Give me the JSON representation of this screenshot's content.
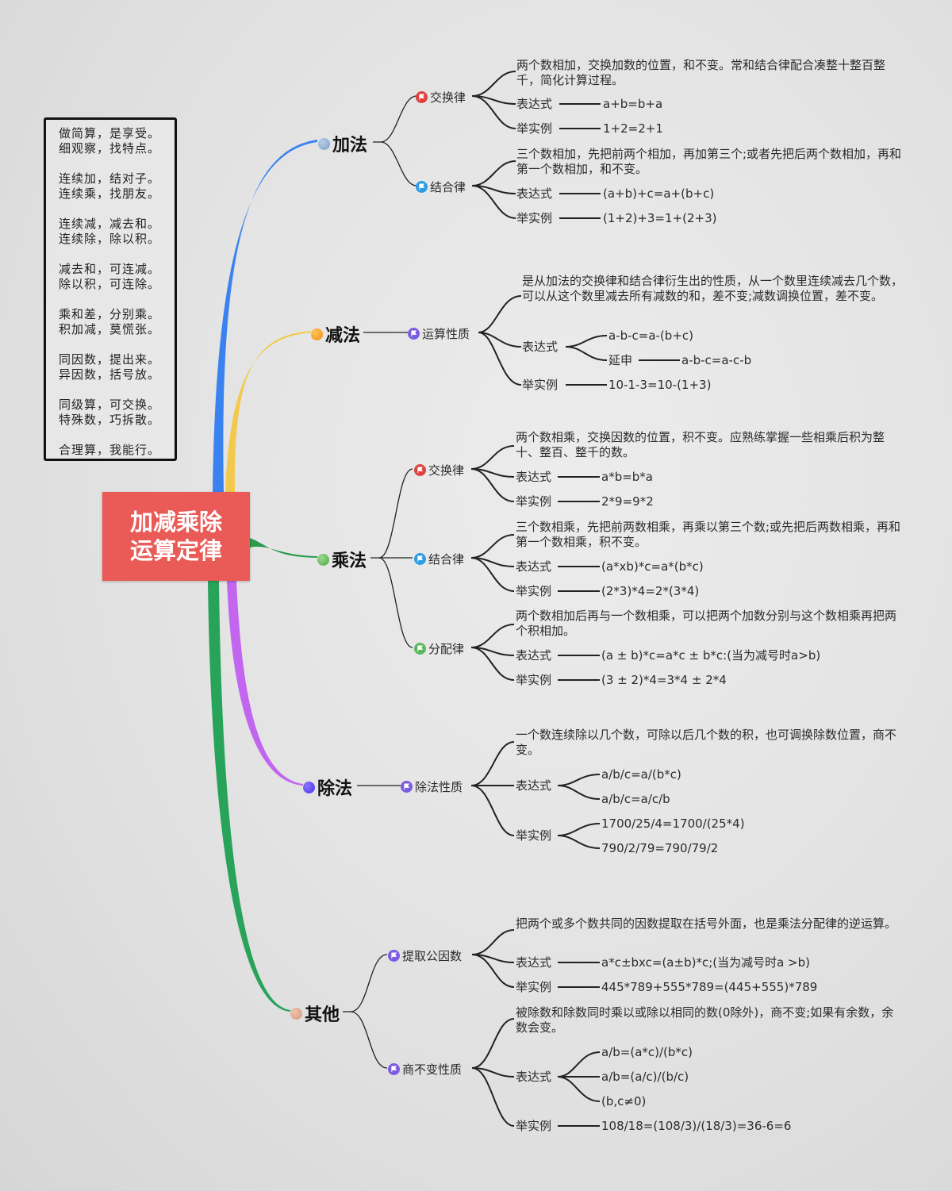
{
  "center": {
    "line1": "加减乘除",
    "line2": "运算定律",
    "color": "#ea5a56"
  },
  "poem": {
    "lines": [
      "做简算，是享受。",
      "细观察，找特点。",
      "",
      "连续加，结对子。",
      "连续乘，找朋友。",
      "",
      "连续减，减去和。",
      "连续除，除以积。",
      "",
      "减去和，可连减。",
      "除以积，可连除。",
      "",
      "乘和差，分别乘。",
      "积加减，莫慌张。",
      "",
      "同因数，提出来。",
      "异因数，括号放。",
      "",
      "同级算，可交换。",
      "特殊数，巧拆散。",
      "",
      "合理算，我能行。"
    ]
  },
  "branches": {
    "add": {
      "label": "加法",
      "color": "#3a82f0",
      "dot": "#8fb0d6",
      "commutative": {
        "label": "交换律",
        "flag_color": "#e0413e",
        "desc": "两个数相加，交换加数的位置，和不变。常和结合律配合凑整十整百整千，简化计算过程。",
        "expr_label": "表达式",
        "expr": "a+b=b+a",
        "example_label": "举实例",
        "example": "1+2=2+1"
      },
      "associative": {
        "label": "结合律",
        "flag_color": "#2f9de3",
        "desc": "三个数相加，先把前两个相加，再加第三个;或者先把后两个数相加，再和第一个数相加，和不变。",
        "expr_label": "表达式",
        "expr": "(a+b)+c=a+(b+c)",
        "example_label": "举实例",
        "example": "(1+2)+3=1+(2+3)"
      }
    },
    "subtract": {
      "label": "减法",
      "color": "#f2c94c",
      "dot": "#f5a020",
      "property": {
        "label": "运算性质",
        "flag_color": "#7b5ce0",
        "desc": "是从加法的交换律和结合律衍生出的性质，从一个数里连续减去几个数，可以从这个数里减去所有减数的和，差不变;减数调换位置，差不变。",
        "expr_label": "表达式",
        "expr": "a-b-c=a-(b+c)",
        "extend_label": "延申",
        "extend": "a-b-c=a-c-b",
        "example_label": "举实例",
        "example": "10-1-3=10-(1+3)"
      }
    },
    "multiply": {
      "label": "乘法",
      "color": "#2a9a4e",
      "dot": "#6cc070",
      "commutative": {
        "label": "交换律",
        "flag_color": "#e0413e",
        "desc": "两个数相乘，交换因数的位置，积不变。应熟练掌握一些相乘后积为整十、整百、整千的数。",
        "expr_label": "表达式",
        "expr": "a*b=b*a",
        "example_label": "举实例",
        "example": "2*9=9*2"
      },
      "associative": {
        "label": "结合律",
        "flag_color": "#2f9de3",
        "desc": " 三个数相乘，先把前两数相乘，再乘以第三个数;或先把后两数相乘，再和第一个数相乘，积不变。",
        "expr_label": "表达式",
        "expr": "(a*xb)*c=a*(b*c)",
        "example_label": "举实例",
        "example": "(2*3)*4=2*(3*4)"
      },
      "distributive": {
        "label": "分配律",
        "flag_color": "#5cb860",
        "desc": "两个数相加后再与一个数相乘，可以把两个加数分别与这个数相乘再把两个积相加。",
        "expr_label": "表达式",
        "expr": "(a ± b)*c=a*c ± b*c:(当为减号时a>b)",
        "example_label": "举实例",
        "example": "(3 ± 2)*4=3*4 ± 2*4"
      }
    },
    "divide": {
      "label": "除法",
      "color": "#c266f0",
      "dot": "#5b3ff0",
      "property": {
        "label": "除法性质",
        "flag_color": "#7b5ce0",
        "desc": "一个数连续除以几个数，可除以后几个数的积，也可调换除数位置，商不变。",
        "expr_label": "表达式",
        "expr1": "a/b/c=a/(b*c)",
        "expr2": "a/b/c=a/c/b",
        "example_label": "举实例",
        "example1": "1700/25/4=1700/(25*4)",
        "example2": "790/2/79=790/79/2"
      }
    },
    "other": {
      "label": "其他",
      "color": "#27a35a",
      "dot": "#e0a890",
      "factor": {
        "label": "提取公因数",
        "flag_color": "#7b5ce0",
        "desc": "把两个或多个数共同的因数提取在括号外面，也是乘法分配律的逆运算。",
        "expr_label": "表达式",
        "expr": "a*c±bxc=(a±b)*c;(当为减号时a >b)",
        "example_label": "举实例",
        "example": "445*789+555*789=(445+555)*789"
      },
      "quotient": {
        "label": "商不变性质",
        "flag_color": "#7b5ce0",
        "desc": "被除数和除数同时乘以或除以相同的数(0除外)，商不变;如果有余数，余数会变。",
        "expr_label": "表达式",
        "expr1": "a/b=(a*c)/(b*c)",
        "expr2": "a/b=(a/c)/(b/c)",
        "expr3": "(b,c≠0)",
        "example_label": "举实例",
        "example": "108/18=(108/3)/(18/3)=36-6=6"
      }
    }
  }
}
